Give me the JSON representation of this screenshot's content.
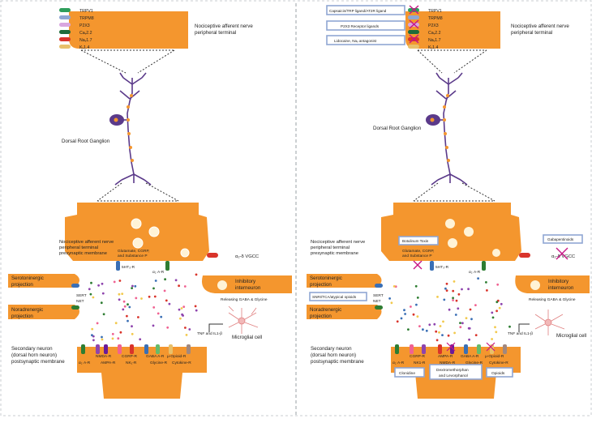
{
  "colors": {
    "terminal": "#F4962E",
    "neuron_body": "#5B3A8A",
    "label_box_fill": "#FFFFFF",
    "label_box_border": "#8FA6D3",
    "block_x": "#C71585",
    "divider": "#9AA0A6"
  },
  "left": {
    "receptors": [
      "TRPV1",
      "TRPM8",
      "P2X3",
      "Caᵥ2.2",
      "Naᵥ1.7",
      "Kᵥ1.4"
    ],
    "peripheral_label": [
      "Nociceptive afferent nerve",
      "peripheral terminal"
    ],
    "drg_label": "Dorsal Root Ganglion",
    "presynaptic_label": [
      "Nociceptive afferent nerve",
      "peripheral terminal",
      "presynaptic membrane"
    ],
    "vesicle_label": [
      "Glutamate, CGRP,",
      "and Substance P"
    ],
    "vgcc_label": "α₂-δ VGCC",
    "ht_label": "5HT₃-R",
    "a2a_label": "α₂ A-R",
    "serotonergic": [
      "Serotoninergic",
      "projection"
    ],
    "noradrenergic": [
      "Noradrenergic",
      "projection"
    ],
    "sert": "SERT",
    "net": "NET",
    "inhibitory": [
      "Inhibitory",
      "interneuron"
    ],
    "releasing": "Releasing GABA & Glycine",
    "tnf": "TNF and IL1-β",
    "microglial": "Microglial cell",
    "secondary": [
      "Secondary neuron",
      "(dorsal horn neuron)",
      "postsynaptic membrane"
    ],
    "post_receptors_top": [
      "NMDA-R",
      "CGRP-R",
      "GABA A-R",
      "μ-Opioid-R"
    ],
    "post_receptors_bottom": [
      "α₂ A-R",
      "AMPA-R",
      "NK₁-R",
      "Glycine-R",
      "Cytokine-R"
    ]
  },
  "right": {
    "drug_boxes_top": [
      "Capsaicin/TRP ligand/AT2R ligand",
      "P2X3 Receptor ligands",
      "Lidocaine, Naᵥ antagonist"
    ],
    "receptors": [
      "TRPV1",
      "TRPM8",
      "P2X3",
      "Caᵥ2.2",
      "Naᵥ1.7",
      "Kᵥ1.4"
    ],
    "peripheral_label": [
      "Nociceptive afferent nerve",
      "peripheral terminal"
    ],
    "drg_label": "Dorsal Root Ganglion",
    "presynaptic_label": [
      "Nociceptive afferent nerve",
      "peripheral terminal",
      "presynaptic membrane"
    ],
    "botulinum": "Botulinum Toxin",
    "vesicle_label": [
      "Glutamate, CGRP,",
      "and Substance P"
    ],
    "gabapentinoids": "Gabapentinoids",
    "vgcc_label": "α₂-δ VGCC",
    "ht_label": "5HT₃-R",
    "a2a_label": "α₂ A-R",
    "serotonergic": [
      "Serotoninergic",
      "projection"
    ],
    "snri": "SNRI/TCA/atypical opioids",
    "sert": "SERT",
    "net": "NET",
    "noradrenergic": [
      "Noradrenergic",
      "projection"
    ],
    "inhibitory": [
      "Inhibitory",
      "interneuron"
    ],
    "releasing": "Releasing GABA & Glycine",
    "tnf": "TNF and IL1-β",
    "microglial": "Microglial cell",
    "secondary": [
      "Secondary neuron",
      "(dorsal horn neuron)",
      "postsynaptic membrane"
    ],
    "post_receptors_top": [
      "CGRP-R",
      "AMPA-R",
      "GABA A-R",
      "μ-Opioid-R"
    ],
    "post_receptors_bottom": [
      "α₂ A-R",
      "NK1-R",
      "NMDA-R",
      "Glycine-R",
      "Cytokine-R"
    ],
    "clonidine": "Clonidine",
    "dextro": [
      "Dextromethorphan",
      "and Levorphanol"
    ],
    "opioids": "Opioids"
  }
}
